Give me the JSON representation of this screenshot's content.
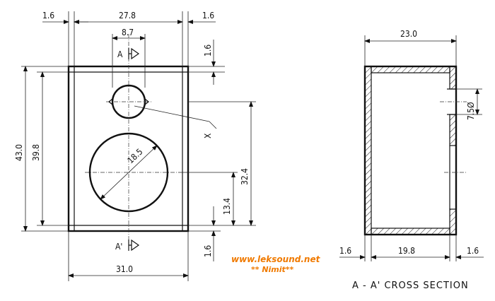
{
  "front_view": {
    "dim_top_left": "1.6",
    "dim_overall_width_top": "27.8",
    "dim_top_right": "1.6",
    "dim_port_width": "8.7",
    "dim_top_panel": "1.6",
    "dim_height_outer": "43.0",
    "dim_height_inner": "39.8",
    "dim_port_center": "32.4",
    "dim_woofer_center": "13.4",
    "dim_bottom_panel": "1.6",
    "dim_overall_width_bottom": "31.0",
    "dim_woofer_diameter": "18.5",
    "section_mark_top": "A",
    "section_mark_bottom": "A'",
    "callout_x": "X"
  },
  "cross_section": {
    "dim_depth": "23.0",
    "dim_port_diameter": "7.5Ø",
    "dim_left_wall": "1.6",
    "dim_inner_depth": "19.8",
    "dim_right_wall": "1.6",
    "caption": "A - A' CROSS SECTION"
  },
  "watermark": {
    "line1": "www.leksound.net",
    "line2": "** Nimit**"
  }
}
